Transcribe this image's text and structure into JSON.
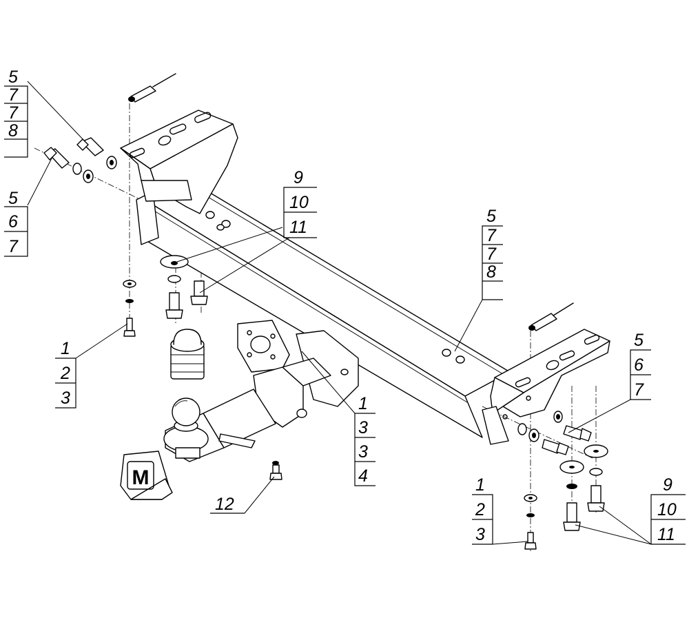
{
  "callouts": {
    "top_left_upper": [
      "5",
      "7",
      "7",
      "8"
    ],
    "top_left_lower": [
      "5",
      "6",
      "7"
    ],
    "left_mid": [
      "1",
      "2",
      "3"
    ],
    "center_mid": [
      "9",
      "10",
      "11"
    ],
    "center_bottom": [
      "1",
      "3",
      "3",
      "4"
    ],
    "bottom_single": [
      "12"
    ],
    "right_upper": [
      "5",
      "7",
      "7",
      "8"
    ],
    "right_mid": [
      "5",
      "6",
      "7"
    ],
    "bottom_right_left": [
      "1",
      "2",
      "3"
    ],
    "bottom_right_right": [
      "9",
      "10",
      "11"
    ]
  },
  "logo_letter": "M"
}
